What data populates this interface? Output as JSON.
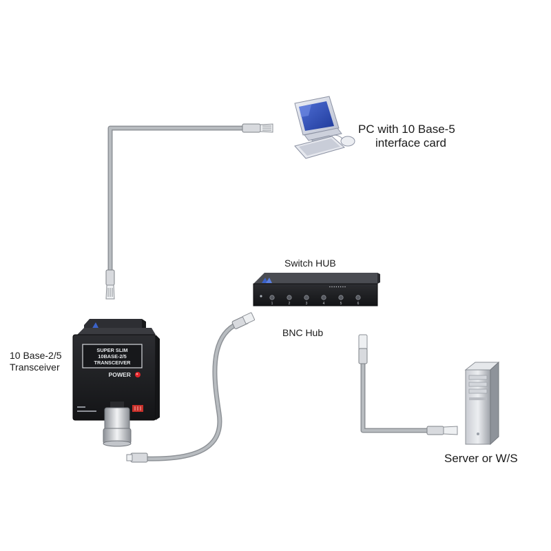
{
  "labels": {
    "pc_line1": "PC with 10 Base-5",
    "pc_line2": "interface card",
    "switch_hub": "Switch HUB",
    "bnc_hub": "BNC Hub",
    "transceiver_line1": "10 Base-2/5",
    "transceiver_line2": "Transceiver",
    "server": "Server or W/S"
  },
  "transceiver_device": {
    "panel_line1": "SUPER SLIM",
    "panel_line2": "10BASE-2/5",
    "panel_line3": "TRANSCEIVER",
    "power_label": "POWER"
  },
  "hub_device": {
    "port_numbers": [
      "1",
      "2",
      "3",
      "4",
      "5",
      "6"
    ]
  },
  "colors": {
    "cable": "#a9adb1",
    "device_body": "#1e1f22",
    "power_led": "#e0242a",
    "text": "#1a1a1a"
  }
}
